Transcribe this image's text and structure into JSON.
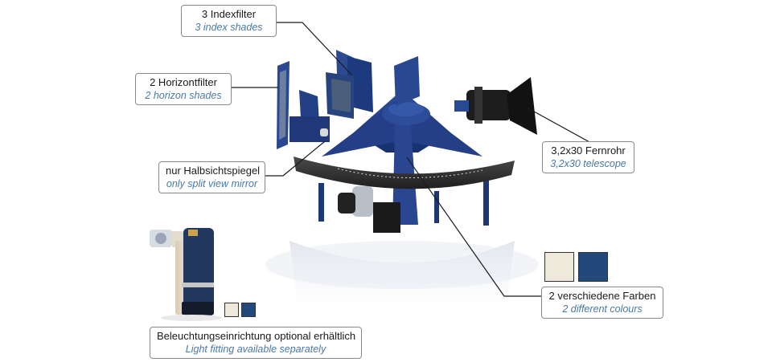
{
  "labels": {
    "index_shades": {
      "de": "3 Indexfilter",
      "en": "3 index shades"
    },
    "horizon_shades": {
      "de": "2 Horizontfilter",
      "en": "2 horizon shades"
    },
    "split_mirror": {
      "de": "nur Halbsichtspiegel",
      "en": "only split view mirror"
    },
    "telescope": {
      "de": "3,2x30 Fernrohr",
      "en": "3,2x30 telescope"
    },
    "colours": {
      "de": "2 verschiedene Farben",
      "en": "2 different colours"
    },
    "light_fitting": {
      "de": "Beleuchtungseinrichtung optional erhältlich",
      "en": "Light fitting available separately"
    }
  },
  "colors": {
    "cream": "#efe9dc",
    "navy": "#22497a",
    "label_en": "#4a79a8"
  }
}
